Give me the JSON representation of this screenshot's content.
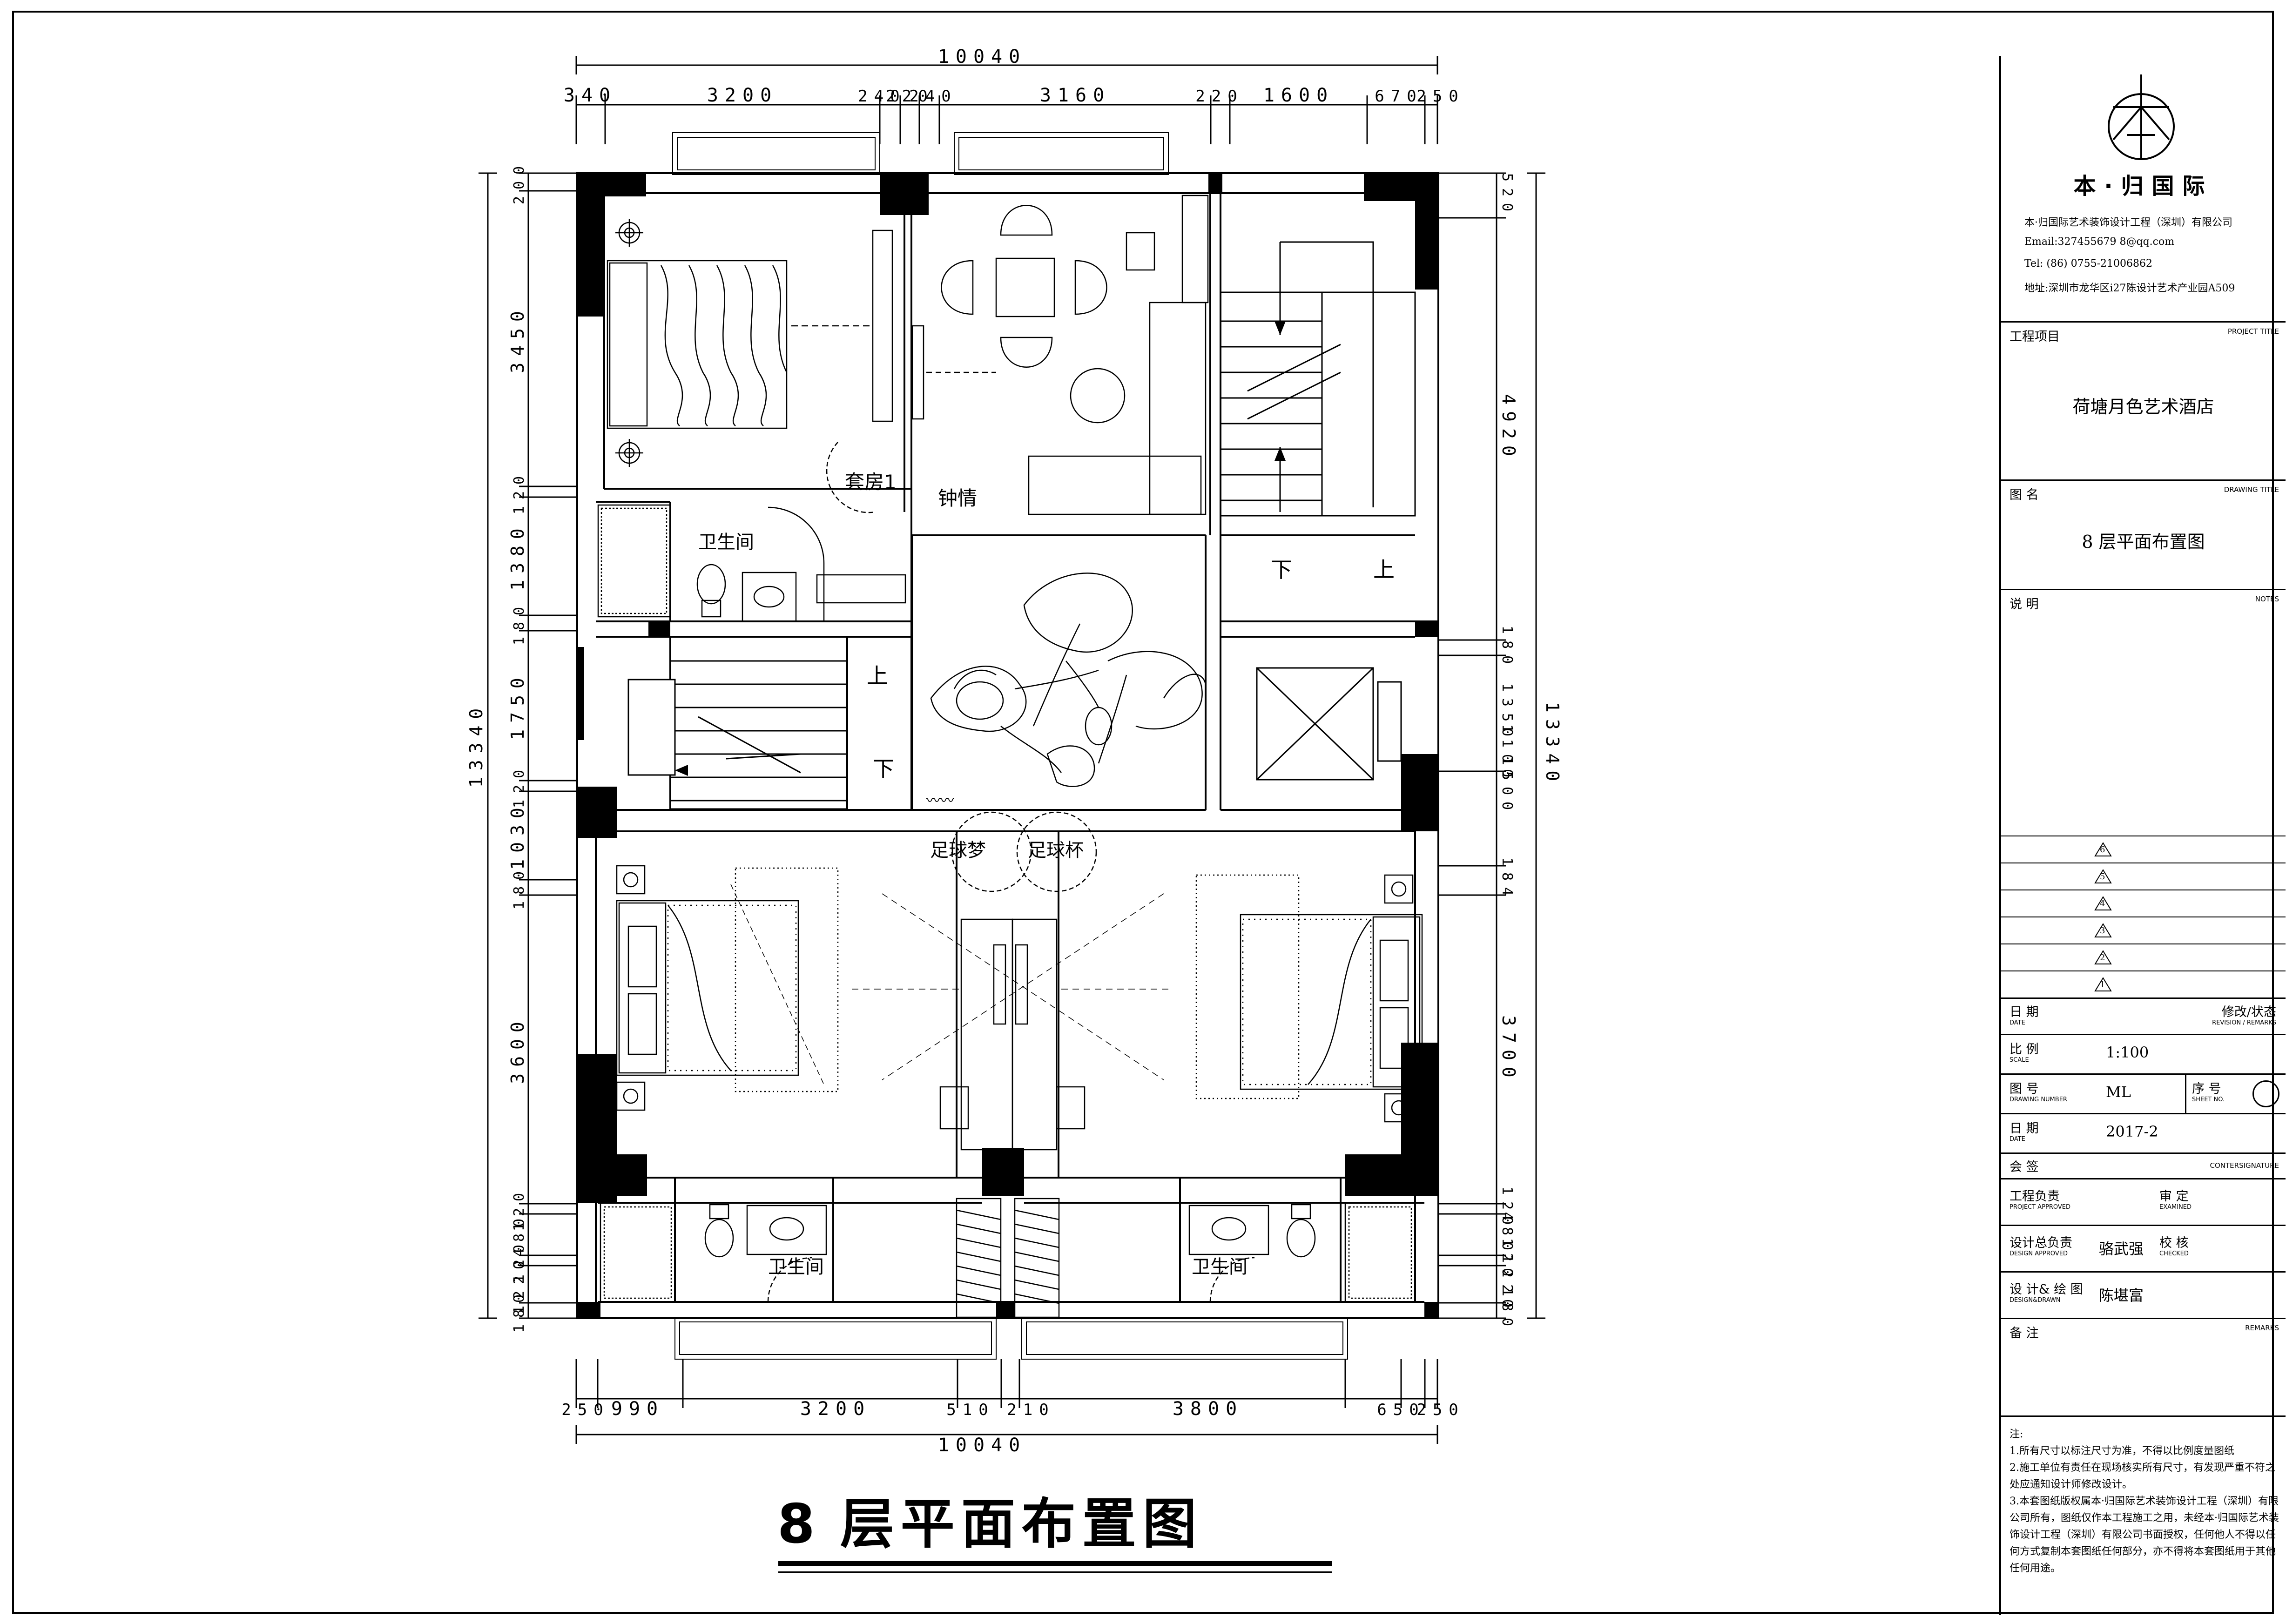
{
  "drawing": {
    "title_number": "8",
    "title_text": "层平面布置图"
  },
  "dimensions": {
    "top_total": "10040",
    "top_segments": [
      "340",
      "3200",
      "240",
      "220",
      "240",
      "3160",
      "220",
      "1600",
      "670",
      "250"
    ],
    "bottom_total": "10040",
    "bottom_segments": [
      "250",
      "990",
      "3200",
      "510",
      "210",
      "3800",
      "650",
      "250"
    ],
    "left_total": "13340",
    "left_segments": [
      "200",
      "3450",
      "120",
      "1380",
      "180",
      "1750",
      "120",
      "1030",
      "180",
      "3600",
      "120",
      "480",
      "120",
      "1220",
      "180"
    ],
    "right_total": "13340",
    "right_segments": [
      "520",
      "4920",
      "180",
      "1350",
      "1100",
      "1500",
      "184",
      "3700",
      "120",
      "480",
      "120",
      "1220",
      "180"
    ]
  },
  "rooms": {
    "suite_label": "套房1",
    "suite_name": "钟情",
    "bath_top": "卫生间",
    "stair_up_left": "上",
    "stair_down_left": "下",
    "stair_down_right": "下",
    "stair_up_right": "上",
    "room_left": "足球梦",
    "room_right": "足球杯",
    "bath_bottom_left": "卫生间",
    "bath_bottom_right": "卫生间"
  },
  "title_block": {
    "company_short": "本·归国际",
    "company_full": "本·归国际艺术装饰设计工程（深圳）有限公司",
    "email": "Email:327455679 8@qq.com",
    "tel": "Tel: (86) 0755-21006862",
    "address": "地址:深圳市龙华区i27陈设计艺术产业园A509",
    "project_label": "工程项目",
    "project_label_en": "PROJECT TITLE",
    "project_value": "荷塘月色艺术酒店",
    "drawing_label": "图 名",
    "drawing_label_en": "DRAWING TITLE",
    "drawing_value": "8 层平面布置图",
    "notes_label": "说 明",
    "notes_label_en": "NOTES",
    "revisions": [
      "6",
      "5",
      "4",
      "3",
      "2",
      "1"
    ],
    "date_label": "日 期",
    "date_label_en": "DATE",
    "remarks_rev_label": "修改/状态",
    "remarks_rev_en": "REVISION / REMARKS",
    "scale_label": "比 例",
    "scale_label_en": "SCALE",
    "scale_value": "1:100",
    "drawing_no_label": "图 号",
    "drawing_no_en": "DRAWING NUMBER",
    "drawing_no_value": "ML",
    "sheet_label": "序 号",
    "sheet_en": "SHEET NO.",
    "date2_label": "日 期",
    "date2_en": "DATE",
    "date2_value": "2017-2",
    "sign_label": "会 签",
    "sign_en": "CONTERSIGNATURE",
    "approved_label": "工程负责",
    "approved_en": "PROJECT APPROVED",
    "examined_label": "审 定",
    "examined_en": "EXAMINED",
    "design_label": "设计总负责",
    "design_en": "DESIGN APPROVED",
    "design_value": "骆武强",
    "checked_label": "校 核",
    "checked_en": "CHECKED",
    "drawn_label": "设 计& 绘 图",
    "drawn_en": "DESIGN&DRAWN",
    "drawn_value": "陈堪富",
    "remarks_label": "备 注",
    "remarks_en": "REMARKS",
    "footnotes_title": "注:",
    "footnotes": [
      "1.所有尺寸以标注尺寸为准，不得以比例度量图纸",
      "2.施工单位有责任在现场核实所有尺寸，有发现严重不符之处应通知设计师修改设计。",
      "3.本套图纸版权属本·归国际艺术装饰设计工程（深圳）有限公司所有，图纸仅作本工程施工之用，未经本·归国际艺术装饰设计工程（深圳）有限公司书面授权，任何他人不得以任何方式复制本套图纸任何部分，亦不得将本套图纸用于其他任何用途。"
    ]
  }
}
